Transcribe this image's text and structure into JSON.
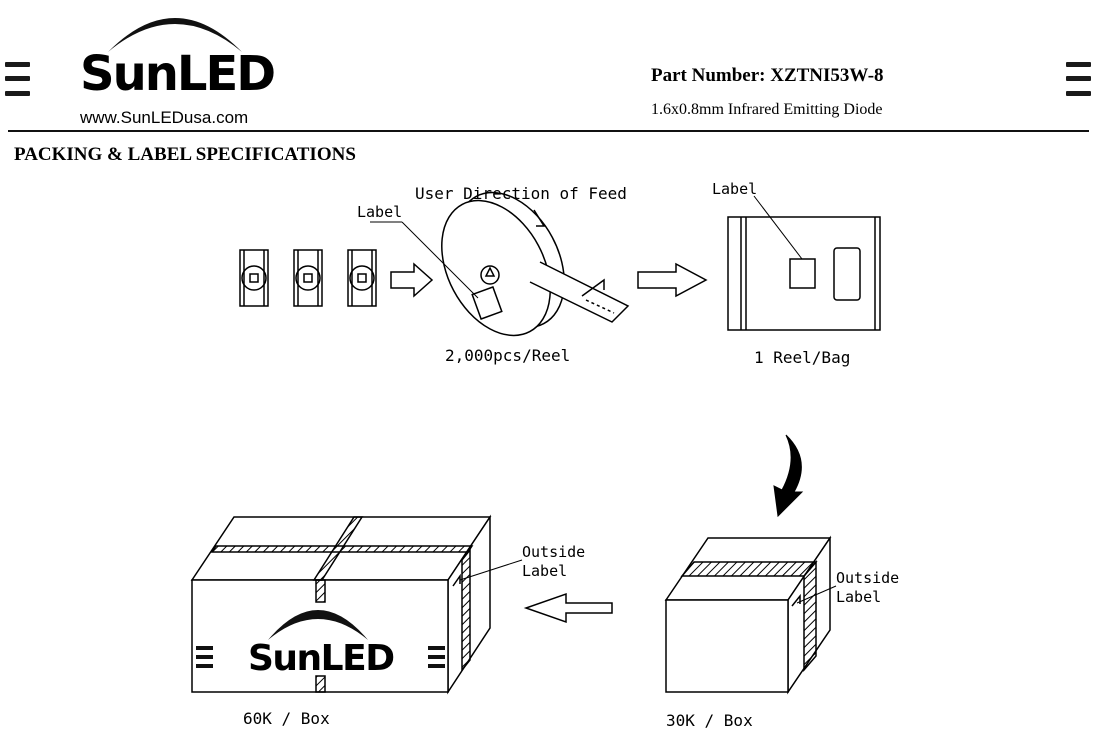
{
  "header": {
    "brand": "SunLED",
    "website": "www.SunLEDusa.com",
    "part_number": "Part Number: XZTNI53W-8",
    "description": "1.6x0.8mm Infrared Emitting Diode"
  },
  "section_title": "PACKING & LABEL SPECIFICATIONS",
  "diagram": {
    "feed_direction": "User Direction of Feed",
    "reel_label": "Label",
    "bag_label": "Label",
    "reel_qty": "2,000pcs/Reel",
    "bag_qty": "1 Reel/Bag",
    "small_box_label_line1": "Outside",
    "small_box_label_line2": "Label",
    "large_box_label_line1": "Outside",
    "large_box_label_line2": "Label",
    "small_box_qty": "30K / Box",
    "large_box_qty": "60K / Box",
    "box_brand": "SunLED"
  }
}
